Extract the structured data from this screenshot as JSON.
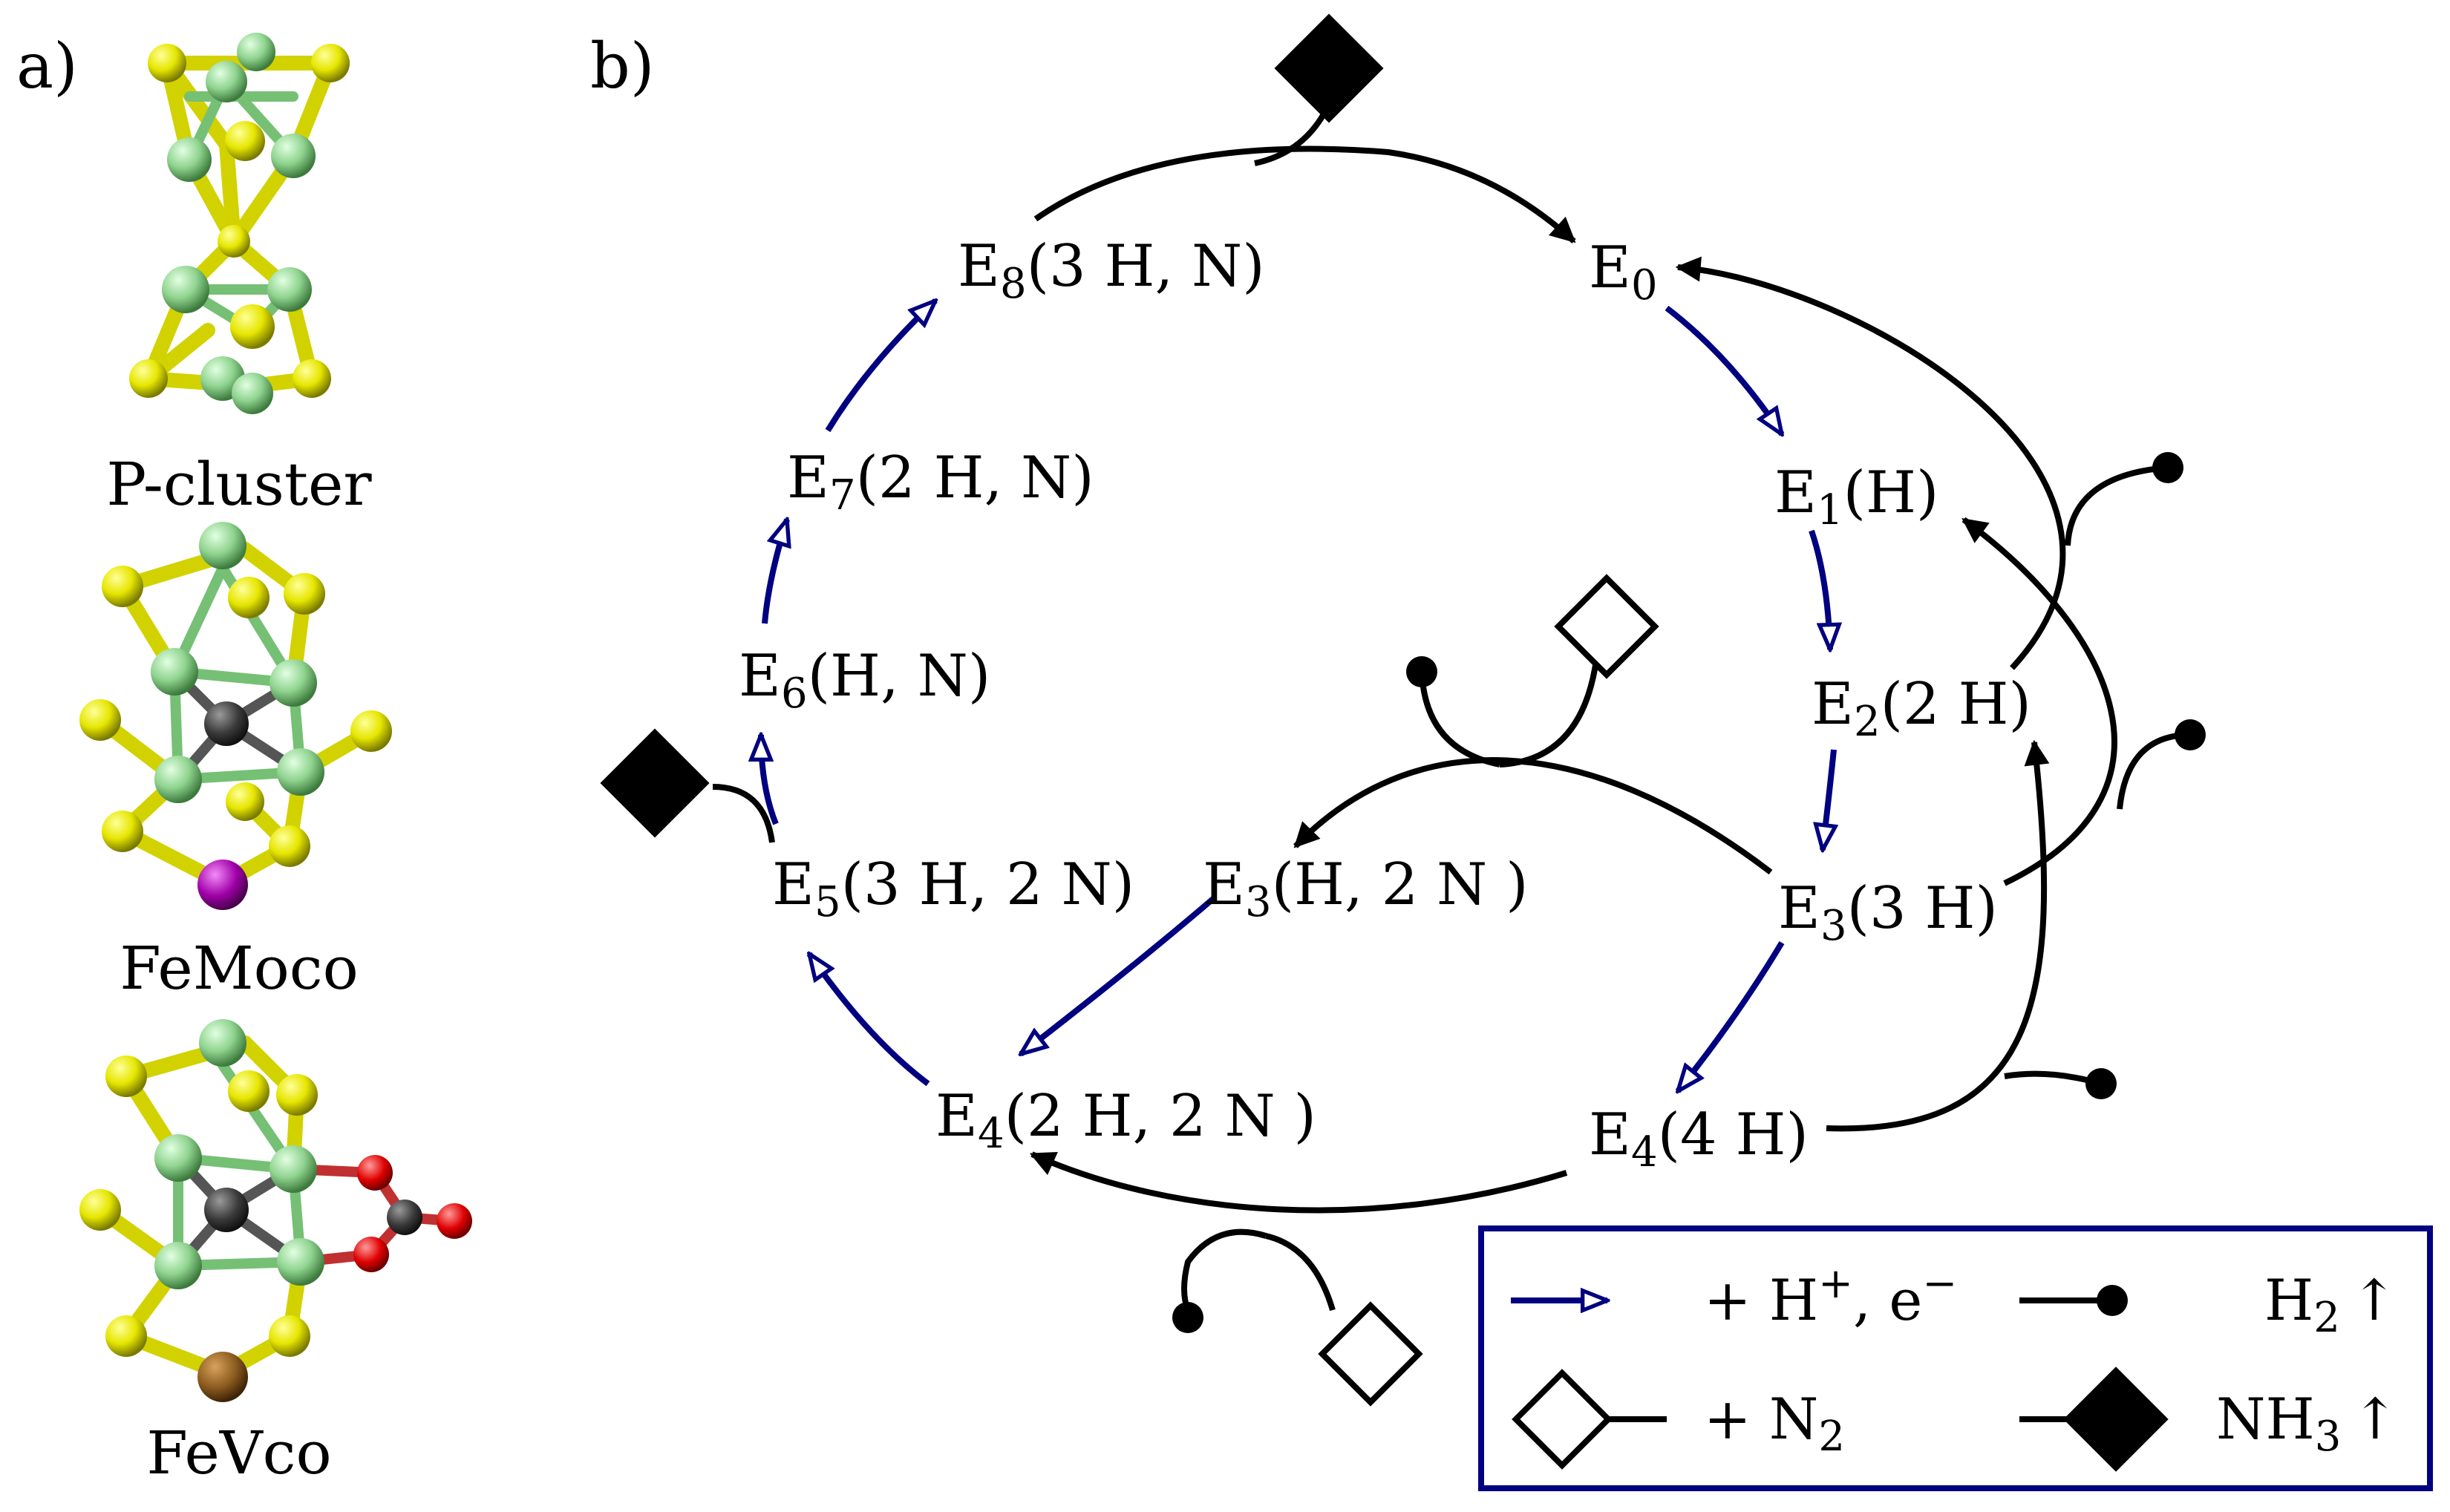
{
  "panels": {
    "a": "a)",
    "b": "b)"
  },
  "structures": [
    {
      "caption": "P-cluster"
    },
    {
      "caption": "FeMoco"
    },
    {
      "caption": "FeVco"
    }
  ],
  "states": {
    "E0": {
      "main": "E",
      "sub": "0",
      "rest": ""
    },
    "E1": {
      "main": "E",
      "sub": "1",
      "rest": "(H)"
    },
    "E2": {
      "main": "E",
      "sub": "2",
      "rest": "(2 H)"
    },
    "E3a": {
      "main": "E",
      "sub": "3",
      "rest": "(3 H)"
    },
    "E3b": {
      "main": "E",
      "sub": "3",
      "rest": "(H, 2 N )"
    },
    "E4a": {
      "main": "E",
      "sub": "4",
      "rest": "(4 H)"
    },
    "E4b": {
      "main": "E",
      "sub": "4",
      "rest": "(2 H, 2 N )"
    },
    "E5": {
      "main": "E",
      "sub": "5",
      "rest": "(3 H, 2 N)"
    },
    "E6": {
      "main": "E",
      "sub": "6",
      "rest": "(H, N)"
    },
    "E7": {
      "main": "E",
      "sub": "7",
      "rest": "(2 H, N)"
    },
    "E8": {
      "main": "E",
      "sub": "8",
      "rest": "(3 H, N)"
    }
  },
  "legend": {
    "proton_pre": "+ H",
    "proton_sup": "+",
    "proton_post": ", e",
    "electron_sup": "−",
    "h2_main": "H",
    "h2_sub": "2",
    "h2_arrow": "↑",
    "n2_pre": "+ N",
    "n2_sub": "2",
    "nh3_main": "NH",
    "nh3_sub": "3",
    "nh3_arrow": "↑"
  },
  "colors": {
    "electron_arrow": "#000080",
    "reaction": "#000000",
    "sulfur": "#e6e600",
    "iron": "#8fd38f",
    "carbon": "#3a3a3a",
    "molybdenum": "#a000a8",
    "vanadium": "#8b5a1e",
    "oxygen": "#e00000"
  }
}
